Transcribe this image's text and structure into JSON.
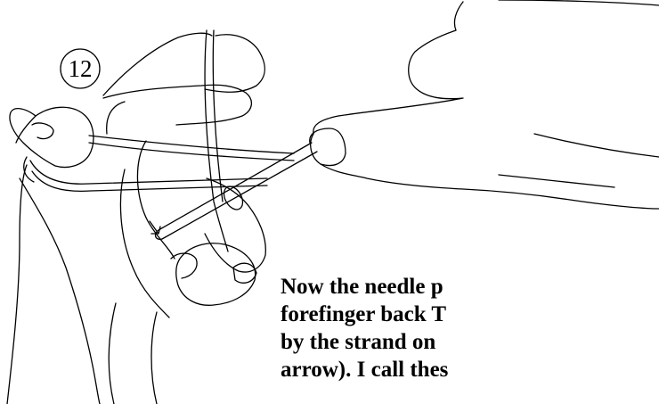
{
  "figure": {
    "step_number": "12",
    "caption_lines": [
      "Now the needle p",
      "forefinger back T",
      "by the strand on",
      "arrow). I call thes"
    ]
  },
  "colors": {
    "ink": "#000000",
    "background": "#ffffff"
  },
  "icons": {
    "step_badge": "circle-outline",
    "direction_marker": "small-arrow"
  }
}
